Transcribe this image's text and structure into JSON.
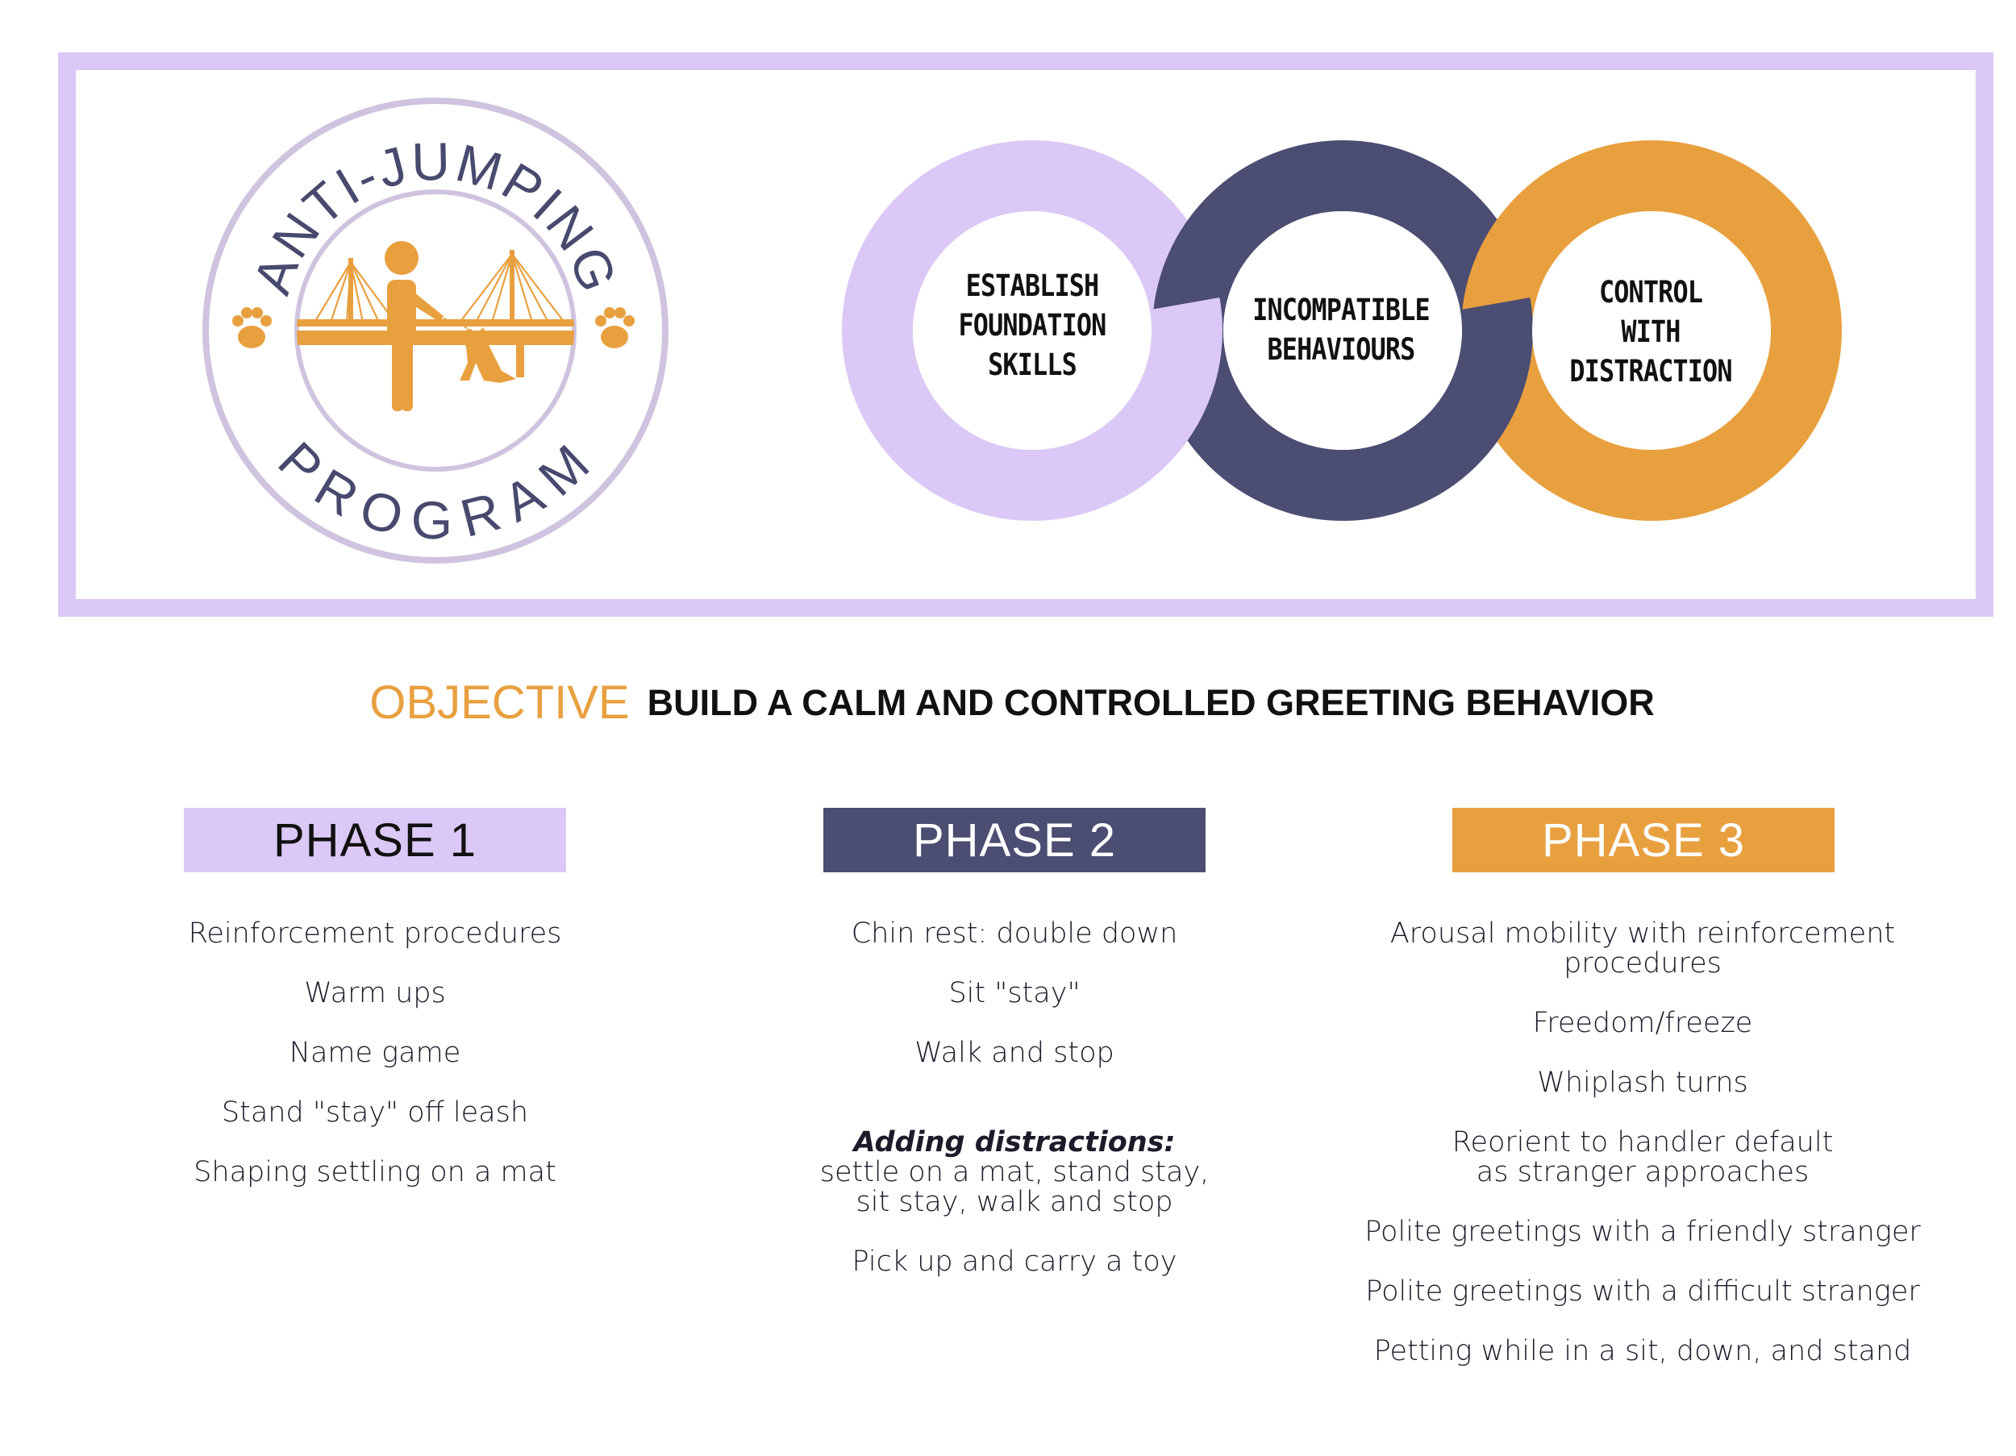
{
  "badge": {
    "arc_top": "ANTI-JUMPING",
    "arc_bottom": "PROGRAM"
  },
  "rings": [
    {
      "label": "ESTABLISH\nFOUNDATION\nSKILLS",
      "color": "#dcc8f6"
    },
    {
      "label": "INCOMPATIBLE\nBEHAVIOURS",
      "color": "#4b4d72"
    },
    {
      "label": "CONTROL\nWITH\nDISTRACTION",
      "color": "#e8a03f"
    }
  ],
  "objective": {
    "label": "OBJECTIVE",
    "text": "BUILD A CALM AND CONTROLLED GREETING BEHAVIOR"
  },
  "phases": [
    {
      "title": "PHASE 1",
      "items": [
        "Reinforcement procedures",
        "Warm ups",
        "Name game",
        "Stand \"stay\" off leash",
        "Shaping settling on a mat"
      ]
    },
    {
      "title": "PHASE 2",
      "items": [
        "Chin rest: double down",
        "Sit \"stay\"",
        "Walk and stop",
        "Pick up and carry a toy"
      ],
      "emphasis": {
        "heading": "Adding distractions:",
        "text": "settle on a mat, stand stay,\nsit stay, walk and stop"
      }
    },
    {
      "title": "PHASE 3",
      "items": [
        "Arousal mobility with reinforcement procedures",
        "Freedom/freeze",
        "Whiplash turns",
        "Reorient to handler default\nas stranger approaches",
        "Polite greetings with a friendly stranger",
        "Polite greetings with a difficult stranger",
        "Petting while in a sit, down, and stand"
      ]
    }
  ],
  "colors": {
    "lavender": "#dcc8f6",
    "navy": "#4b4d72",
    "orange": "#e8a03f",
    "badge_ring": "#cfc3df"
  }
}
